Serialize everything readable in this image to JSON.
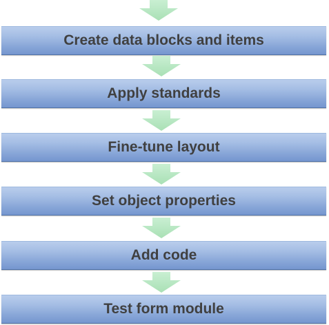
{
  "flowchart": {
    "arrow_color": "#a9e0b5",
    "arrow_color_light": "#c9efd2",
    "box_color_top": "#b9cdec",
    "box_color_bottom": "#7596cf",
    "text_color": "#404040",
    "steps": [
      {
        "label": "Create data blocks and items"
      },
      {
        "label": "Apply standards"
      },
      {
        "label": "Fine-tune layout"
      },
      {
        "label": "Set object properties"
      },
      {
        "label": "Add code"
      },
      {
        "label": "Test form module"
      }
    ]
  }
}
